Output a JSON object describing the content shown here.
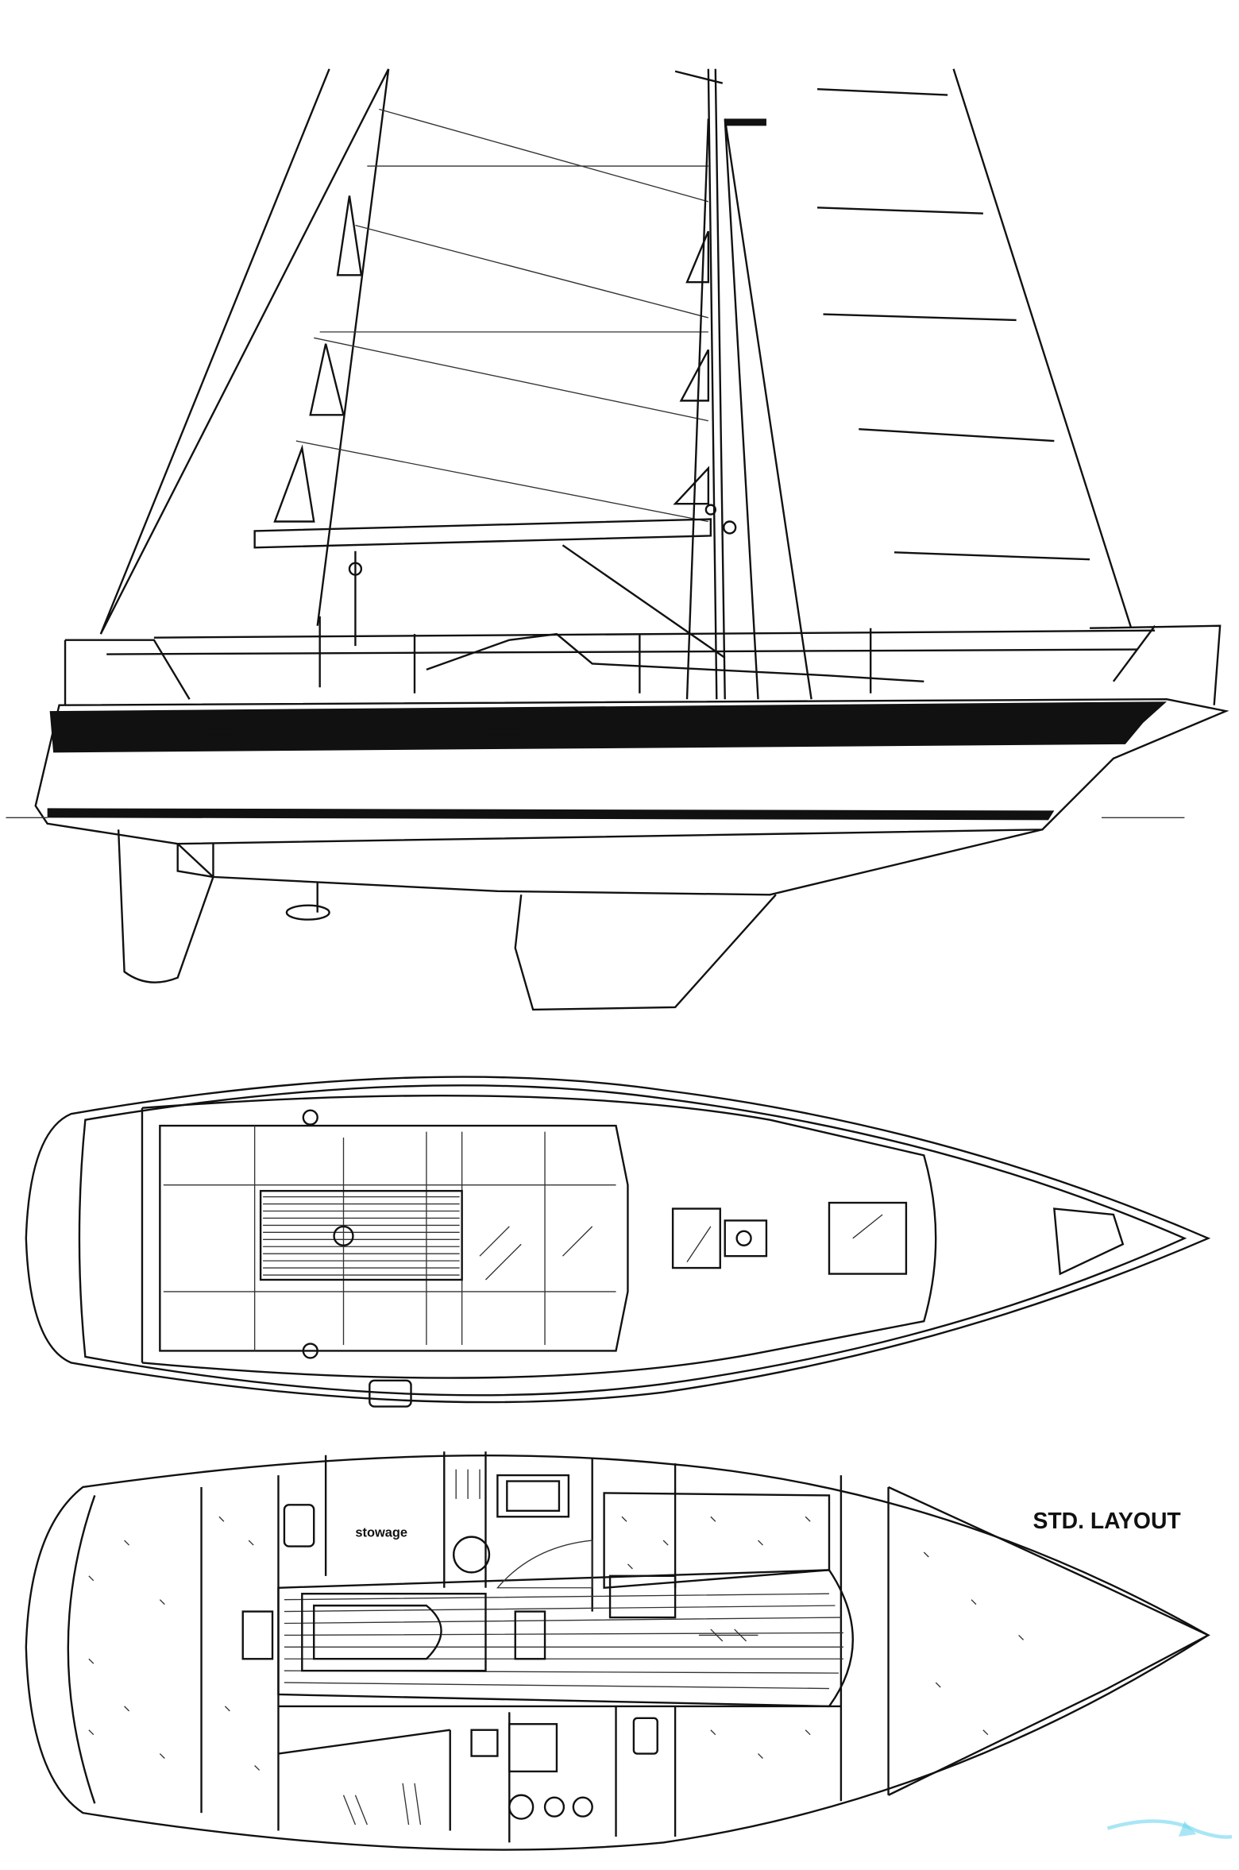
{
  "drawing": {
    "labels": {
      "layout_title": "STD. LAYOUT",
      "stowage": "stowage"
    },
    "views": [
      "sail-plan-profile",
      "deck-plan",
      "interior-layout"
    ],
    "line_color": "#111111",
    "background": "#ffffff",
    "watermark_color": "#6fd6ee"
  }
}
